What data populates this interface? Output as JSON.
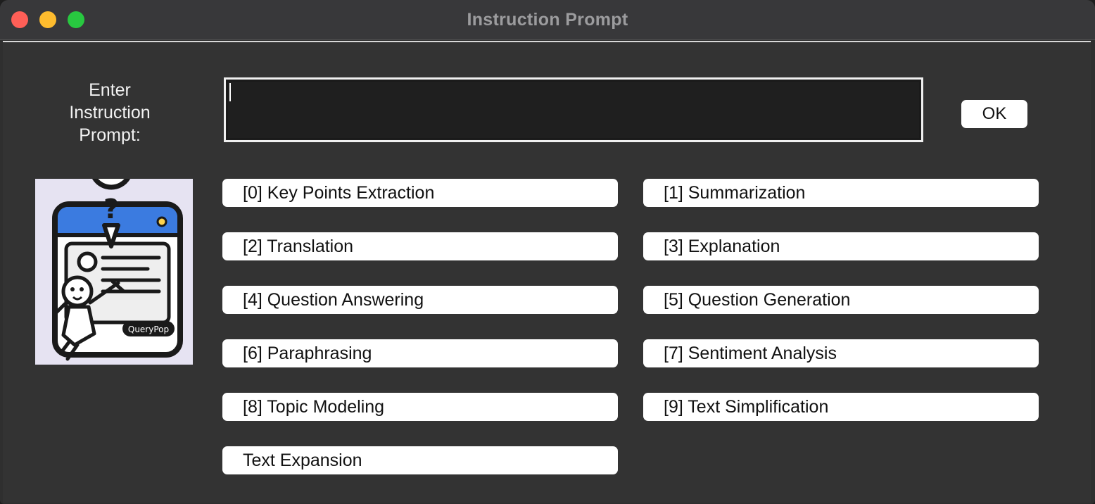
{
  "window": {
    "title": "Instruction Prompt"
  },
  "prompt": {
    "label": "Enter\nInstruction\nPrompt:",
    "value": "",
    "ok_label": "OK"
  },
  "logo": {
    "text": "QueryPop"
  },
  "tasks": [
    {
      "label": "[0] Key Points Extraction"
    },
    {
      "label": "[1] Summarization"
    },
    {
      "label": "[2] Translation"
    },
    {
      "label": "[3] Explanation"
    },
    {
      "label": "[4] Question Answering"
    },
    {
      "label": "[5] Question Generation"
    },
    {
      "label": "[6] Paraphrasing"
    },
    {
      "label": "[7] Sentiment Analysis"
    },
    {
      "label": "[8] Topic Modeling"
    },
    {
      "label": "[9] Text Simplification"
    },
    {
      "label": "Text Expansion"
    }
  ],
  "colors": {
    "close": "#ff5f57",
    "minimize": "#febc2e",
    "zoom": "#28c840",
    "logo_blue": "#3b7be0"
  }
}
